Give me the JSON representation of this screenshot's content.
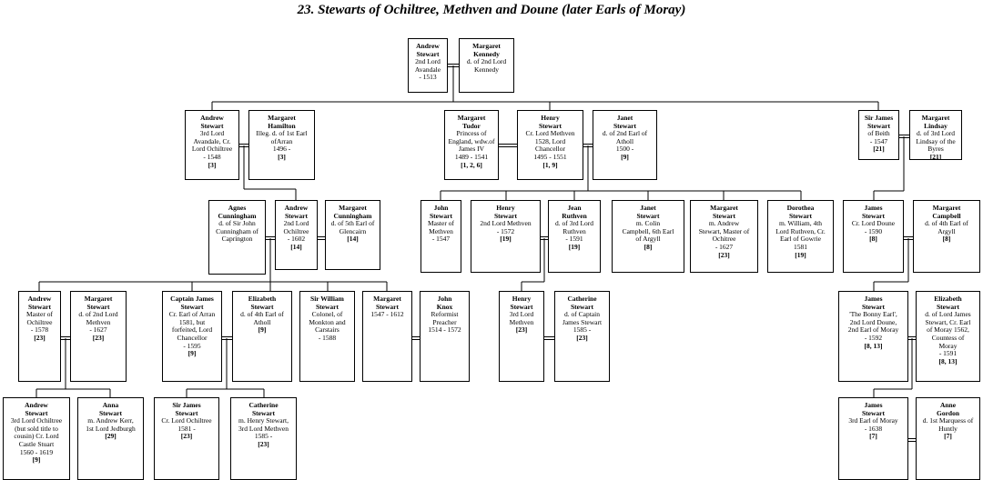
{
  "title": "23.  Stewarts of Ochiltree, Methven and Doune (later Earls of Moray)",
  "people": {
    "andrew_avandale": {
      "name": "Andrew\nStewart",
      "desc": "2nd Lord\nAvandale\n- 1513",
      "ref": ""
    },
    "margaret_kennedy": {
      "name": "Margaret\nKennedy",
      "desc": "d. of 2nd Lord\nKennedy",
      "ref": ""
    },
    "andrew_3rd_avandale": {
      "name": "Andrew\nStewart",
      "desc": "3rd Lord\nAvandale, Cr.\nLord Ochiltree\n- 1548",
      "ref": "[3]"
    },
    "margaret_hamilton": {
      "name": "Margaret\nHamilton",
      "desc": "Illeg. d. of 1st Earl\nofArran\n1496 -",
      "ref": "[3]"
    },
    "margaret_tudor": {
      "name": "Margaret\nTudor",
      "desc": "Princess of\nEngland, wdw.of\nJames IV\n1489 - 1541",
      "ref": "[1, 2, 6]"
    },
    "henry_methven": {
      "name": "Henry\nStewart",
      "desc": "Cr. Lord Methven\n1528, Lord\nChancellor\n1495 - 1551",
      "ref": "[1, 9]"
    },
    "janet_atholl": {
      "name": "Janet\nStewart",
      "desc": "d. of 2nd Earl of\nAtholl\n1500 -",
      "ref": "[9]"
    },
    "james_beith": {
      "name": "Sir James\nStewart",
      "desc": "of Beith\n- 1547",
      "ref": "[21]"
    },
    "margaret_lindsay": {
      "name": "Margaret\nLindsay",
      "desc": "d. of 3rd Lord\nLindsay of the\nByres",
      "ref": "[21]"
    },
    "agnes_cunningham": {
      "name": "Agnes\nCunningham",
      "desc": "d. of Sir John\nCunningham of\nCaprington",
      "ref": ""
    },
    "andrew_2nd_ochiltree": {
      "name": "Andrew\nStewart",
      "desc": "2nd Lord\nOchiltree\n- 1602",
      "ref": "[14]"
    },
    "margaret_cunningham": {
      "name": "Margaret\nCunningham",
      "desc": "d. of 5th Earl of\nGlencairn",
      "ref": "[14]"
    },
    "john_methven": {
      "name": "John\nStewart",
      "desc": "Master of\nMethven\n- 1547",
      "ref": ""
    },
    "henry_2nd_methven": {
      "name": "Henry\nStewart",
      "desc": "2nd Lord Methven\n- 1572",
      "ref": "[19]"
    },
    "jean_ruthven": {
      "name": "Jean\nRuthven",
      "desc": "d. of 3rd Lord\nRuthven\n- 1591",
      "ref": "[19]"
    },
    "janet_campbell": {
      "name": "Janet\nStewart",
      "desc": "m. Colin\nCampbell, 6th Earl\nof Argyll",
      "ref": "[8]"
    },
    "margaret_ochtree": {
      "name": "Margaret\nStewart",
      "desc": "m. Andrew\nStewart, Master of\nOchitree\n- 1627",
      "ref": "[23]"
    },
    "dorothea": {
      "name": "Dorothea\nStewart",
      "desc": "m. William, 4th\nLord Ruthven, Cr.\nEarl of Gowrie\n1581",
      "ref": "[19]"
    },
    "james_doune": {
      "name": "James\nStewart",
      "desc": "Cr. Lord Doune\n- 1590",
      "ref": "[8]"
    },
    "margaret_campbell": {
      "name": "Margaret\nCampbell",
      "desc": "d. of 4th Earl of\nArgyll",
      "ref": "[8]"
    },
    "andrew_master": {
      "name": "Andrew\nStewart",
      "desc": "Master of\nOchiltree\n- 1578",
      "ref": "[23]"
    },
    "margaret_2nd_methven": {
      "name": "Margaret\nStewart",
      "desc": "d. of 2nd Lord\nMethven\n- 1627",
      "ref": "[23]"
    },
    "captain_james": {
      "name": "Captain James\nStewart",
      "desc": "Cr. Earl of Arran\n1581, but\nforfeited, Lord\nChancellor\n- 1595",
      "ref": "[9]"
    },
    "elizabeth_atholl": {
      "name": "Elizabeth\nStewart",
      "desc": "d. of 4th Earl of\nAtholl",
      "ref": "[9]"
    },
    "sir_william": {
      "name": "Sir William\nStewart",
      "desc": "Colonel, of\nMonkton and\nCarstairs\n- 1588",
      "ref": ""
    },
    "margaret_1547": {
      "name": "Margaret\nStewart",
      "desc": "1547 - 1612",
      "ref": ""
    },
    "john_knox": {
      "name": "John\nKnox",
      "desc": "Reformist\nPreacher\n1514 - 1572",
      "ref": ""
    },
    "henry_3rd_methven": {
      "name": "Henry\nStewart",
      "desc": "3rd Lord Methven",
      "ref": "[23]"
    },
    "catherine_dcapt": {
      "name": "Catherine\nStewart",
      "desc": "d. of Captain\nJames Stewart\n1585 -",
      "ref": "[23]"
    },
    "james_bonny": {
      "name": "James\nStewart",
      "desc": "'The Bonny Earl',\n2nd Lord Doune,\n2nd Earl of Moray\n- 1592",
      "ref": "[8, 13]"
    },
    "elizabeth_moray": {
      "name": "Elizabeth\nStewart",
      "desc": "d. of Lord James\nStewart, Cr. Earl\nof Moray 1562,\nCountess of\nMoray\n- 1591",
      "ref": "[8, 13]"
    },
    "andrew_3rd_ochiltree": {
      "name": "Andrew\nStewart",
      "desc": "3rd Lord Ochiltree\n(but sold title to\ncousin) Cr. Lord\nCastle Stuart\n1560 - 1619",
      "ref": "[9]"
    },
    "anna_kerr": {
      "name": "Anna\nStewart",
      "desc": "m. Andrew Kerr,\n1st Lord Jedburgh",
      "ref": "[29]"
    },
    "sir_james_4th": {
      "name": "Sir James\nStewart",
      "desc": "Cr. Lord Ochiltree\n1581 -",
      "ref": "[23]"
    },
    "catherine_henry": {
      "name": "Catherine\nStewart",
      "desc": "m. Henry Stewart,\n3rd Lord Methven\n1585 -",
      "ref": "[23]"
    },
    "james_3rd_moray": {
      "name": "James\nStewart",
      "desc": "3rd Earl of Moray\n- 1638",
      "ref": "[7]"
    },
    "anne_gordon": {
      "name": "Anne\nGordon",
      "desc": "d. 1st Marquess of\nHuntly",
      "ref": "[7]"
    }
  }
}
